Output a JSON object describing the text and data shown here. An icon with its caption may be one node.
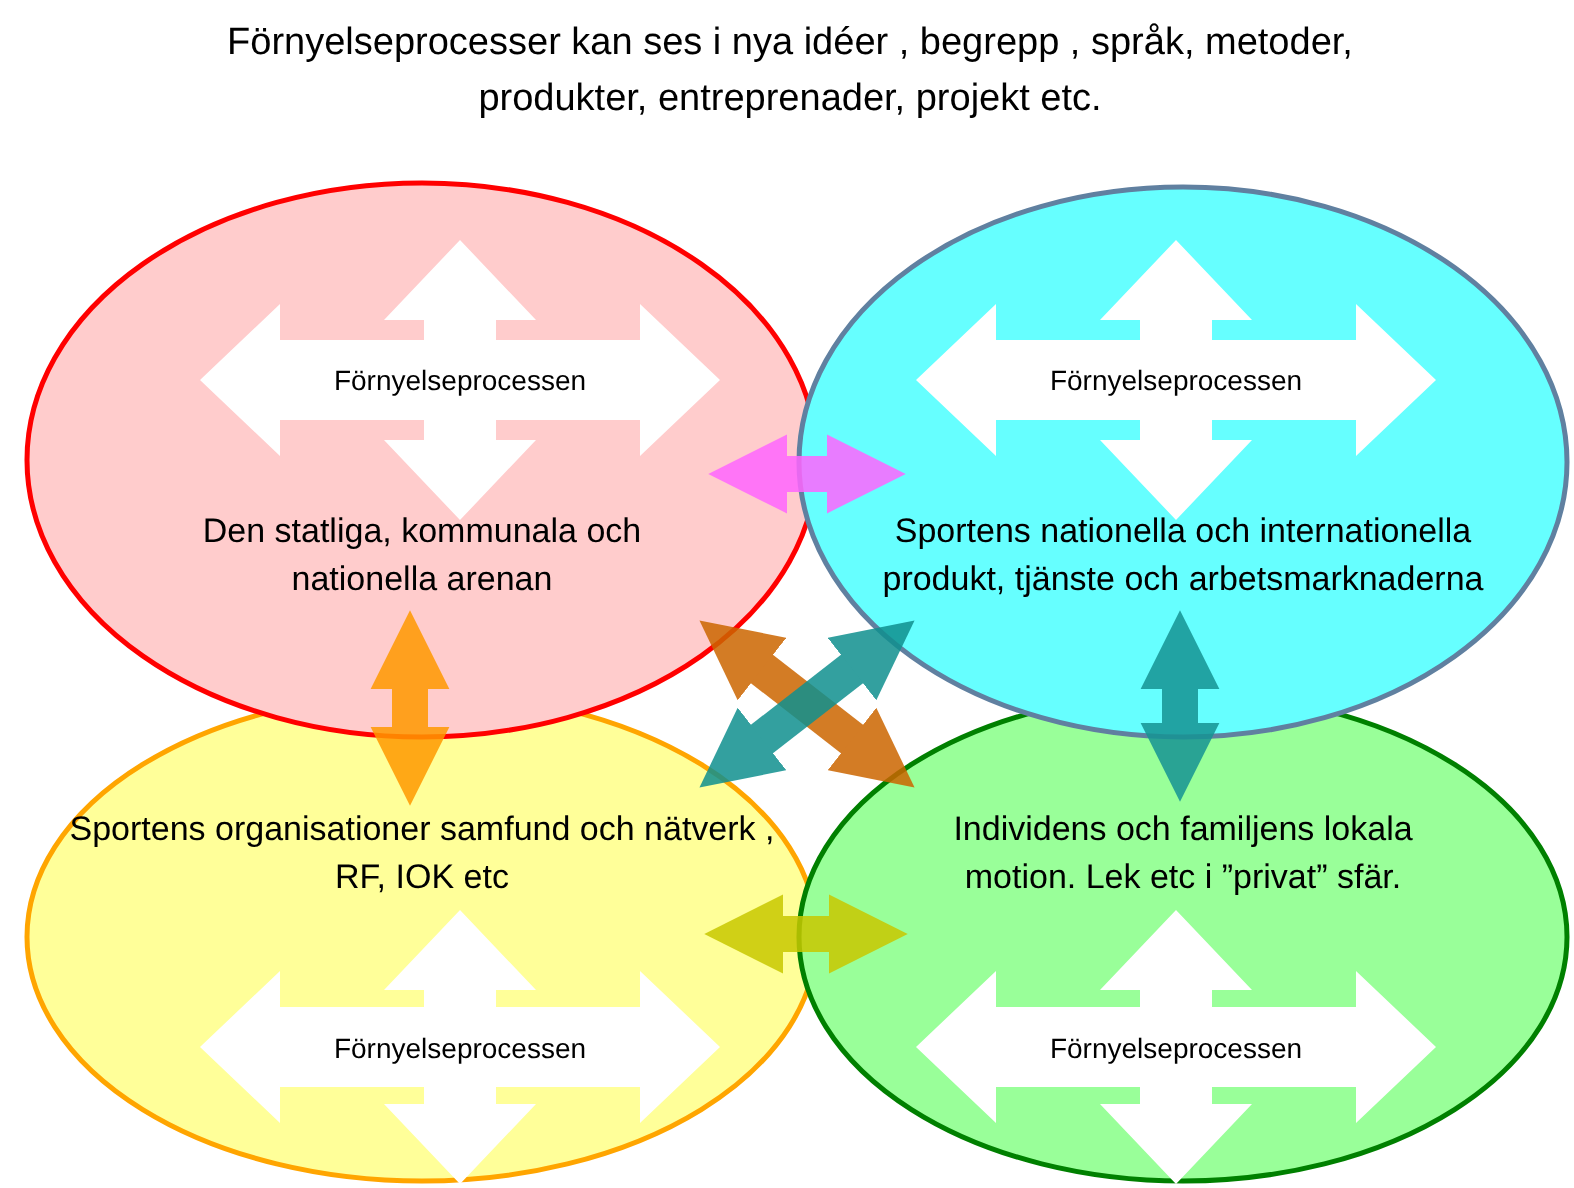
{
  "diagram": {
    "title": "Förnyelseprocesser kan ses i nya idéer , begrepp , språk, metoder, produkter, entreprenader, projekt etc.",
    "nodes": [
      {
        "text": [
          "Den statliga, kommunala och nationella arenan"
        ]
      },
      {
        "text": [
          "Förnyelseprocessen"
        ],
        "in": 0
      },
      {
        "text": [
          "Sportens nationella och internationella produkt, tjänste och arbetsmarknaderna"
        ]
      },
      {
        "text": [
          "Förnyelseprocessen"
        ],
        "in": 2
      },
      {
        "text": [
          "Sportens organisationer samfund och nätverk , RF, IOK etc"
        ]
      },
      {
        "text": [
          "Förnyelseprocessen"
        ],
        "in": 4
      },
      {
        "text": [
          "Individens och familjens lokala motion. Lek etc i ”privat” sfär."
        ]
      },
      {
        "text": [
          "Förnyelseprocessen"
        ],
        "in": 6
      }
    ],
    "edges": [
      {
        "from": 0,
        "to": 2,
        "arrow": "both",
        "color": "#ff66ff"
      },
      {
        "from": 0,
        "to": 4,
        "arrow": "both",
        "color": "#ff9900"
      },
      {
        "from": 2,
        "to": 6,
        "arrow": "both",
        "color": "#169494"
      },
      {
        "from": 4,
        "to": 6,
        "arrow": "both",
        "color": "#c8c800"
      },
      {
        "from": 0,
        "to": 6,
        "arrow": "both",
        "color": "#cc6600"
      },
      {
        "from": 4,
        "to": 2,
        "arrow": "both",
        "color": "#10908f"
      }
    ]
  }
}
